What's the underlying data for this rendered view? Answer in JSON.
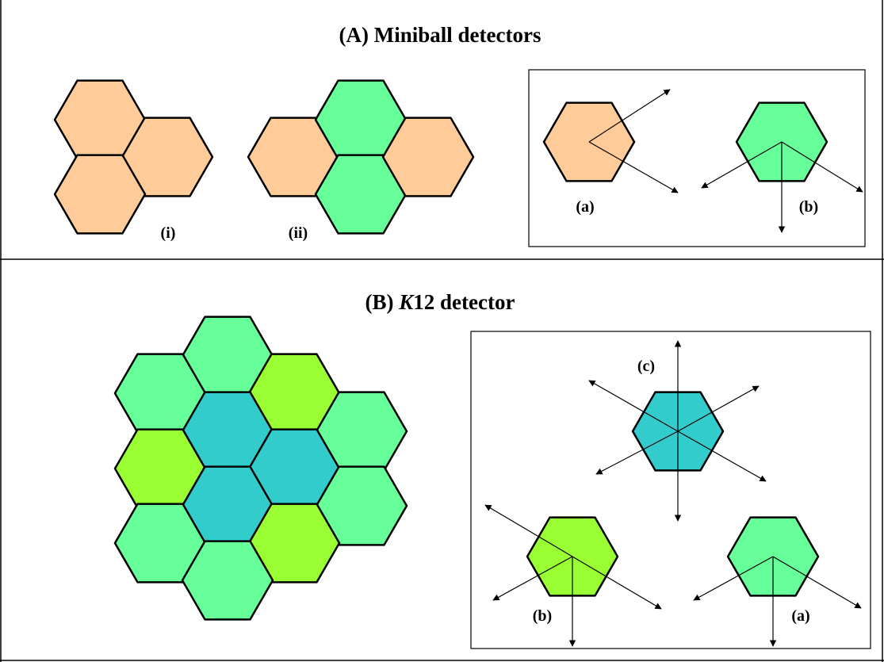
{
  "colors": {
    "peach": "#FFCC99",
    "mint": "#66FF99",
    "lime": "#99FF33",
    "teal": "#33CCCC",
    "stroke": "#000000",
    "frame": "#000000"
  },
  "section_a": {
    "title": "(A) Miniball detectors",
    "cluster_i_label": "(i)",
    "cluster_ii_label": "(ii)",
    "inset_label_a": "(a)",
    "inset_label_b": "(b)"
  },
  "section_b": {
    "title_prefix": "(B) ",
    "title_italic": "K",
    "title_rest": "12 detector",
    "inset_label_c": "(c)",
    "inset_label_b": "(b)",
    "inset_label_a": "(a)"
  }
}
